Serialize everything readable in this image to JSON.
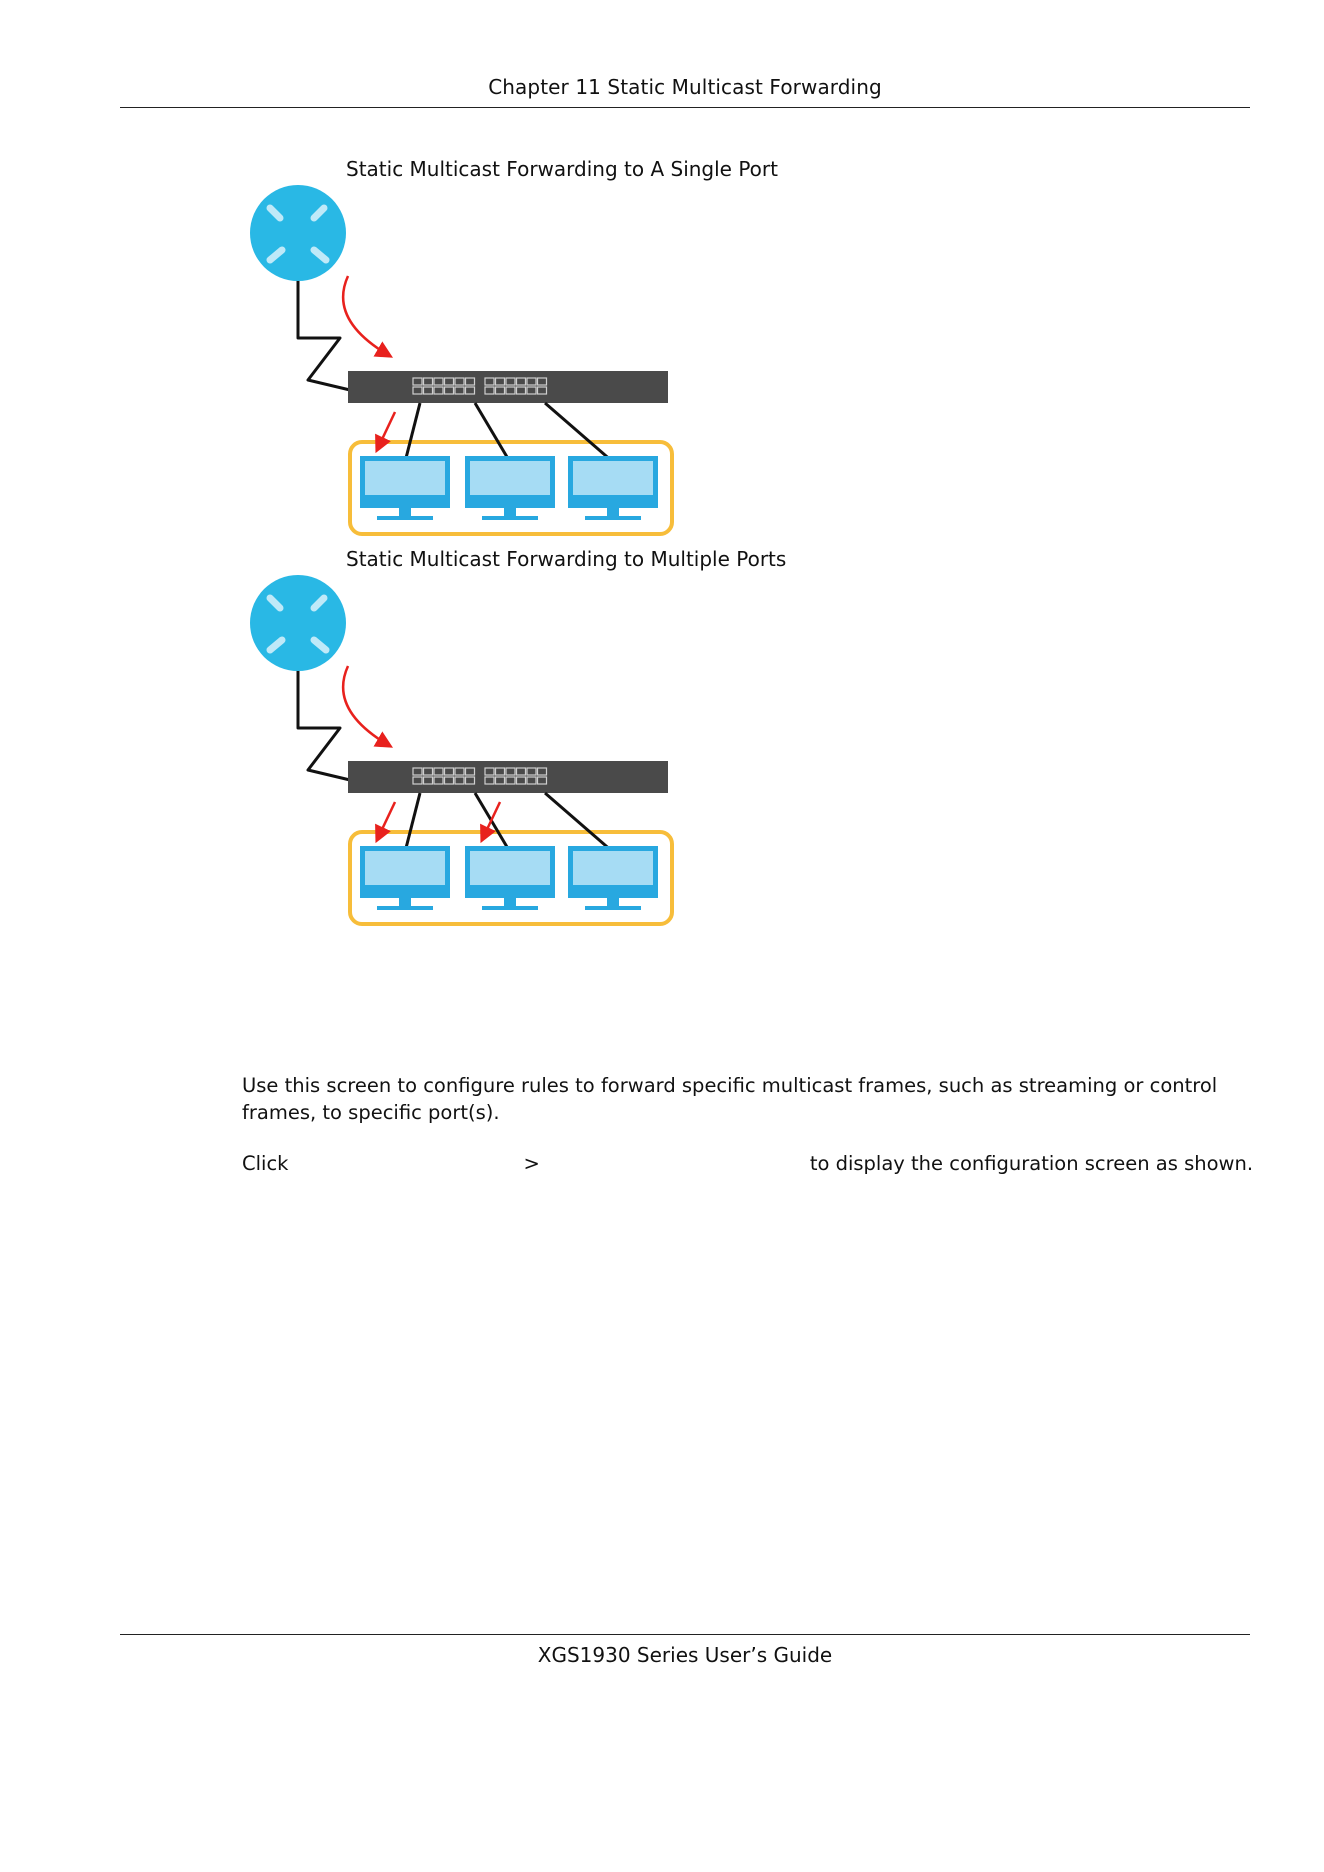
{
  "header": {
    "chapter_title": "Chapter 11 Static Multicast Forwarding"
  },
  "figures": [
    {
      "caption": "Static Multicast Forwarding to A Single Port",
      "arrow_targets": [
        0
      ]
    },
    {
      "caption": "Static Multicast Forwarding to Multiple Ports",
      "arrow_targets": [
        0,
        1
      ]
    }
  ],
  "body": {
    "paragraph_1": "Use this screen to configure rules to forward specific multicast frames, such as streaming or control frames, to specific port(s).",
    "click_word": "Click",
    "separator": ">",
    "click_tail": "to display the configuration screen as shown."
  },
  "footer": {
    "guide_title": "XGS1930 Series User’s Guide"
  },
  "colors": {
    "router": "#29b8e5",
    "switch": "#4a4a4a",
    "monitor": "#28a8e0",
    "monitor_screen": "#a6dcf4",
    "group_border": "#f7bd3a",
    "arrow": "#e8211d"
  }
}
